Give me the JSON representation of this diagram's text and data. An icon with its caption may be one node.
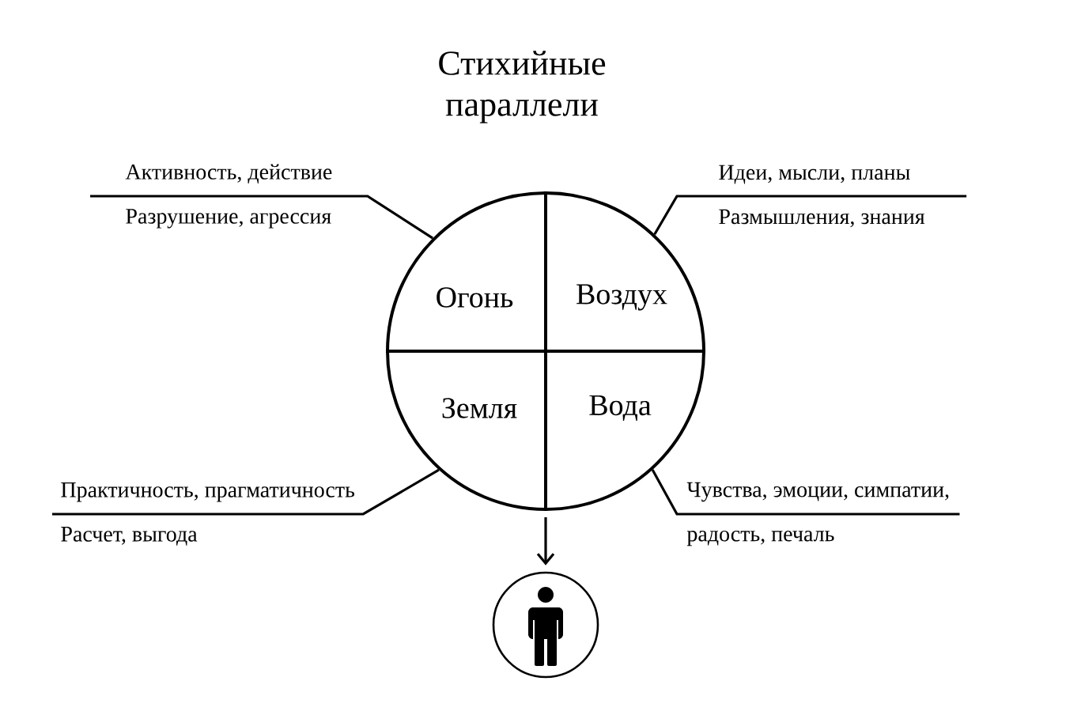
{
  "diagram": {
    "title": "Стихийные параллели",
    "nodes": [
      {
        "text": [],
        "shape": "circle"
      },
      {
        "text": [
          "Огонь"
        ],
        "in": 0
      },
      {
        "text": [
          "Воздух"
        ],
        "in": 0
      },
      {
        "text": [
          "Земля"
        ],
        "in": 0
      },
      {
        "text": [
          "Вода"
        ],
        "in": 0
      },
      {
        "text": [
          "Активность, действие",
          "Разрушение, агрессия"
        ]
      },
      {
        "text": [
          "Идеи, мысли, планы",
          "Размышления, знания"
        ]
      },
      {
        "text": [
          "Практичность, прагматичность",
          "Расчет, выгода"
        ]
      },
      {
        "text": [
          "Чувства, эмоции, симпатии,",
          "радость, печаль"
        ]
      },
      {
        "text": [],
        "shape": "person"
      }
    ],
    "edges": [
      {
        "from": 5,
        "to": 0,
        "arrow": "none"
      },
      {
        "from": 6,
        "to": 0,
        "arrow": "none"
      },
      {
        "from": 7,
        "to": 0,
        "arrow": "none"
      },
      {
        "from": 8,
        "to": 0,
        "arrow": "none"
      },
      {
        "from": 0,
        "to": 9,
        "arrow": "to"
      }
    ]
  }
}
